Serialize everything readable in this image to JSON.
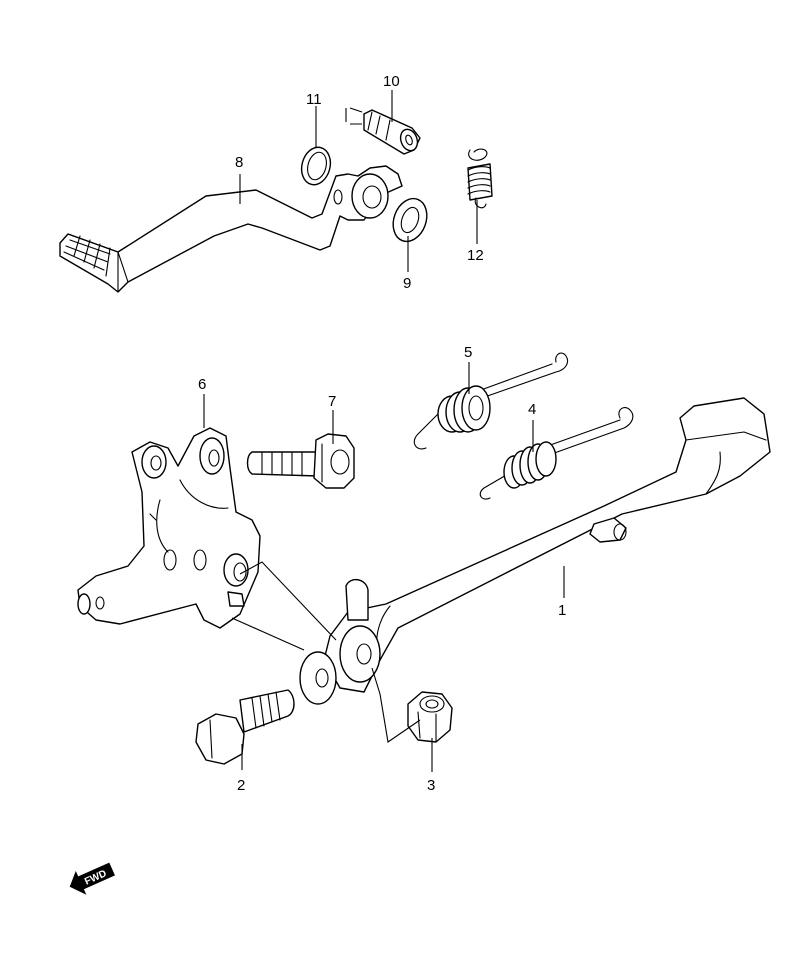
{
  "callouts": [
    {
      "id": "1",
      "label": "1"
    },
    {
      "id": "2",
      "label": "2"
    },
    {
      "id": "3",
      "label": "3"
    },
    {
      "id": "4",
      "label": "4"
    },
    {
      "id": "5",
      "label": "5"
    },
    {
      "id": "6",
      "label": "6"
    },
    {
      "id": "7",
      "label": "7"
    },
    {
      "id": "8",
      "label": "8"
    },
    {
      "id": "9",
      "label": "9"
    },
    {
      "id": "10",
      "label": "10"
    },
    {
      "id": "11",
      "label": "11"
    },
    {
      "id": "12",
      "label": "12"
    }
  ],
  "fwd_badge": {
    "label": "FWD"
  },
  "colors": {
    "line": "#000000",
    "background": "#ffffff"
  }
}
